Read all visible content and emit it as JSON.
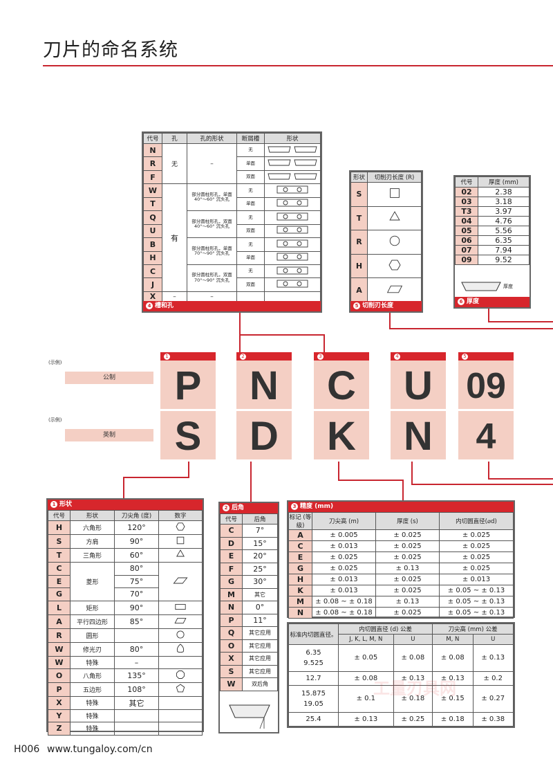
{
  "title": "刀片的命名系统",
  "footer": {
    "code": "H006",
    "url": "www.tungaloy.com/cn"
  },
  "watermark": "工量刃具网",
  "examples": {
    "metric": {
      "tag": "(示例)",
      "label": "公制",
      "letters": [
        "P",
        "N",
        "C",
        "U",
        "09"
      ],
      "nums": [
        "1",
        "2",
        "3",
        "4",
        "5"
      ]
    },
    "inch": {
      "tag": "(示例)",
      "label": "英制",
      "letters": [
        "S",
        "D",
        "K",
        "N",
        "4"
      ],
      "nums": [
        "1",
        "2",
        "3",
        "4",
        "5"
      ]
    }
  },
  "t4": {
    "caption": "槽和孔",
    "num": "4",
    "headers": [
      "代号",
      "孔",
      "孔的形状",
      "断屑槽",
      "形状"
    ],
    "codes": [
      "N",
      "R",
      "F",
      "W",
      "T",
      "Q",
      "U",
      "B",
      "H",
      "C",
      "J",
      "X"
    ],
    "hole_no": "无",
    "hole_yes": "有",
    "dash": "–",
    "shapes": [
      "部分圆柱形孔，单面 40°～60° 沉头孔",
      "部分圆柱形孔，双面 40°～60° 沉头孔",
      "部分圆柱形孔，单面 70°～90° 沉头孔",
      "部分圆柱形孔，双面 70°～90° 沉头孔"
    ],
    "breaker": [
      "无",
      "单面",
      "双面",
      "无",
      "单面",
      "无",
      "双面",
      "无",
      "单面",
      "无",
      "双面"
    ]
  },
  "t5": {
    "caption": "切削刃长度",
    "num": "5",
    "headers": [
      "形状",
      "切削刃长度 (R)"
    ],
    "codes": [
      "S",
      "T",
      "R",
      "H",
      "A"
    ]
  },
  "t6": {
    "caption": "厚度",
    "num": "6",
    "headers": [
      "代号",
      "厚度 (mm)"
    ],
    "rows": [
      [
        "02",
        "2.38"
      ],
      [
        "03",
        "3.18"
      ],
      [
        "T3",
        "3.97"
      ],
      [
        "04",
        "4.76"
      ],
      [
        "05",
        "5.56"
      ],
      [
        "06",
        "6.35"
      ],
      [
        "07",
        "7.94"
      ],
      [
        "09",
        "9.52"
      ]
    ],
    "thick_label": "厚度"
  },
  "t1": {
    "caption": "形状",
    "num": "1",
    "headers": [
      "代号",
      "形状",
      "刀尖角 (度)",
      "数字"
    ],
    "rows": [
      [
        "H",
        "六角形",
        "120°"
      ],
      [
        "S",
        "方肩",
        "90°"
      ],
      [
        "T",
        "三角形",
        "60°"
      ],
      [
        "C",
        "",
        "80°"
      ],
      [
        "E",
        "菱形",
        "75°"
      ],
      [
        "G",
        "",
        "70°"
      ],
      [
        "L",
        "矩形",
        "90°"
      ],
      [
        "A",
        "平行四边形",
        "85°"
      ],
      [
        "R",
        "圆形",
        ""
      ],
      [
        "W",
        "修光刃",
        "80°"
      ],
      [
        "W",
        "特殊",
        "–"
      ],
      [
        "O",
        "八角形",
        "135°"
      ],
      [
        "P",
        "五边形",
        "108°"
      ],
      [
        "X",
        "特殊",
        "其它"
      ],
      [
        "Y",
        "特殊",
        ""
      ],
      [
        "Z",
        "特殊",
        ""
      ]
    ]
  },
  "t2": {
    "caption": "后角",
    "num": "2",
    "headers": [
      "代号",
      "后角"
    ],
    "rows": [
      [
        "C",
        "7°"
      ],
      [
        "D",
        "15°"
      ],
      [
        "E",
        "20°"
      ],
      [
        "F",
        "25°"
      ],
      [
        "G",
        "30°"
      ],
      [
        "M",
        "其它"
      ],
      [
        "N",
        "0°"
      ],
      [
        "P",
        "11°"
      ],
      [
        "Q",
        "其它应用"
      ],
      [
        "O",
        "其它应用"
      ],
      [
        "X",
        "其它应用"
      ],
      [
        "S",
        "其它应用"
      ],
      [
        "W",
        "双后角"
      ]
    ]
  },
  "t3": {
    "caption": "精度 (mm)",
    "num": "3",
    "headers": [
      "标记 (等级)",
      "刀尖高 (m)",
      "厚度 (s)",
      "内切圆直径(⌀d)"
    ],
    "rows": [
      [
        "A",
        "± 0.005",
        "± 0.025",
        "± 0.025"
      ],
      [
        "C",
        "± 0.013",
        "± 0.025",
        "± 0.025"
      ],
      [
        "E",
        "± 0.025",
        "± 0.025",
        "± 0.025"
      ],
      [
        "G",
        "± 0.025",
        "± 0.13",
        "± 0.025"
      ],
      [
        "H",
        "± 0.013",
        "± 0.025",
        "± 0.013"
      ],
      [
        "K",
        "± 0.013",
        "± 0.025",
        "± 0.05 ~ ± 0.13"
      ],
      [
        "M",
        "± 0.08 ~ ± 0.18",
        "± 0.13",
        "± 0.05 ~ ± 0.13"
      ],
      [
        "N",
        "± 0.08 ~ ± 0.18",
        "± 0.025",
        "± 0.05 ~ ± 0.13"
      ]
    ]
  },
  "t3b": {
    "h1": "标准内切圆直径。",
    "h2": "内切圆直径 (d) 公差",
    "h3": "刀尖高 (mm) 公差",
    "sub": [
      "J, K, L, M, N",
      "U",
      "M, N",
      "U"
    ],
    "rows": [
      {
        "d": [
          "6.35",
          "9.525"
        ],
        "v": [
          "± 0.05",
          "± 0.08",
          "± 0.08",
          "± 0.13"
        ]
      },
      {
        "d": [
          "12.7"
        ],
        "v": [
          "± 0.08",
          "± 0.13",
          "± 0.13",
          "± 0.2"
        ]
      },
      {
        "d": [
          "15.875",
          "19.05"
        ],
        "v": [
          "± 0.1",
          "± 0.18",
          "± 0.15",
          "± 0.27"
        ]
      },
      {
        "d": [
          "25.4"
        ],
        "v": [
          "± 0.13",
          "± 0.25",
          "± 0.18",
          "± 0.38"
        ]
      }
    ]
  }
}
